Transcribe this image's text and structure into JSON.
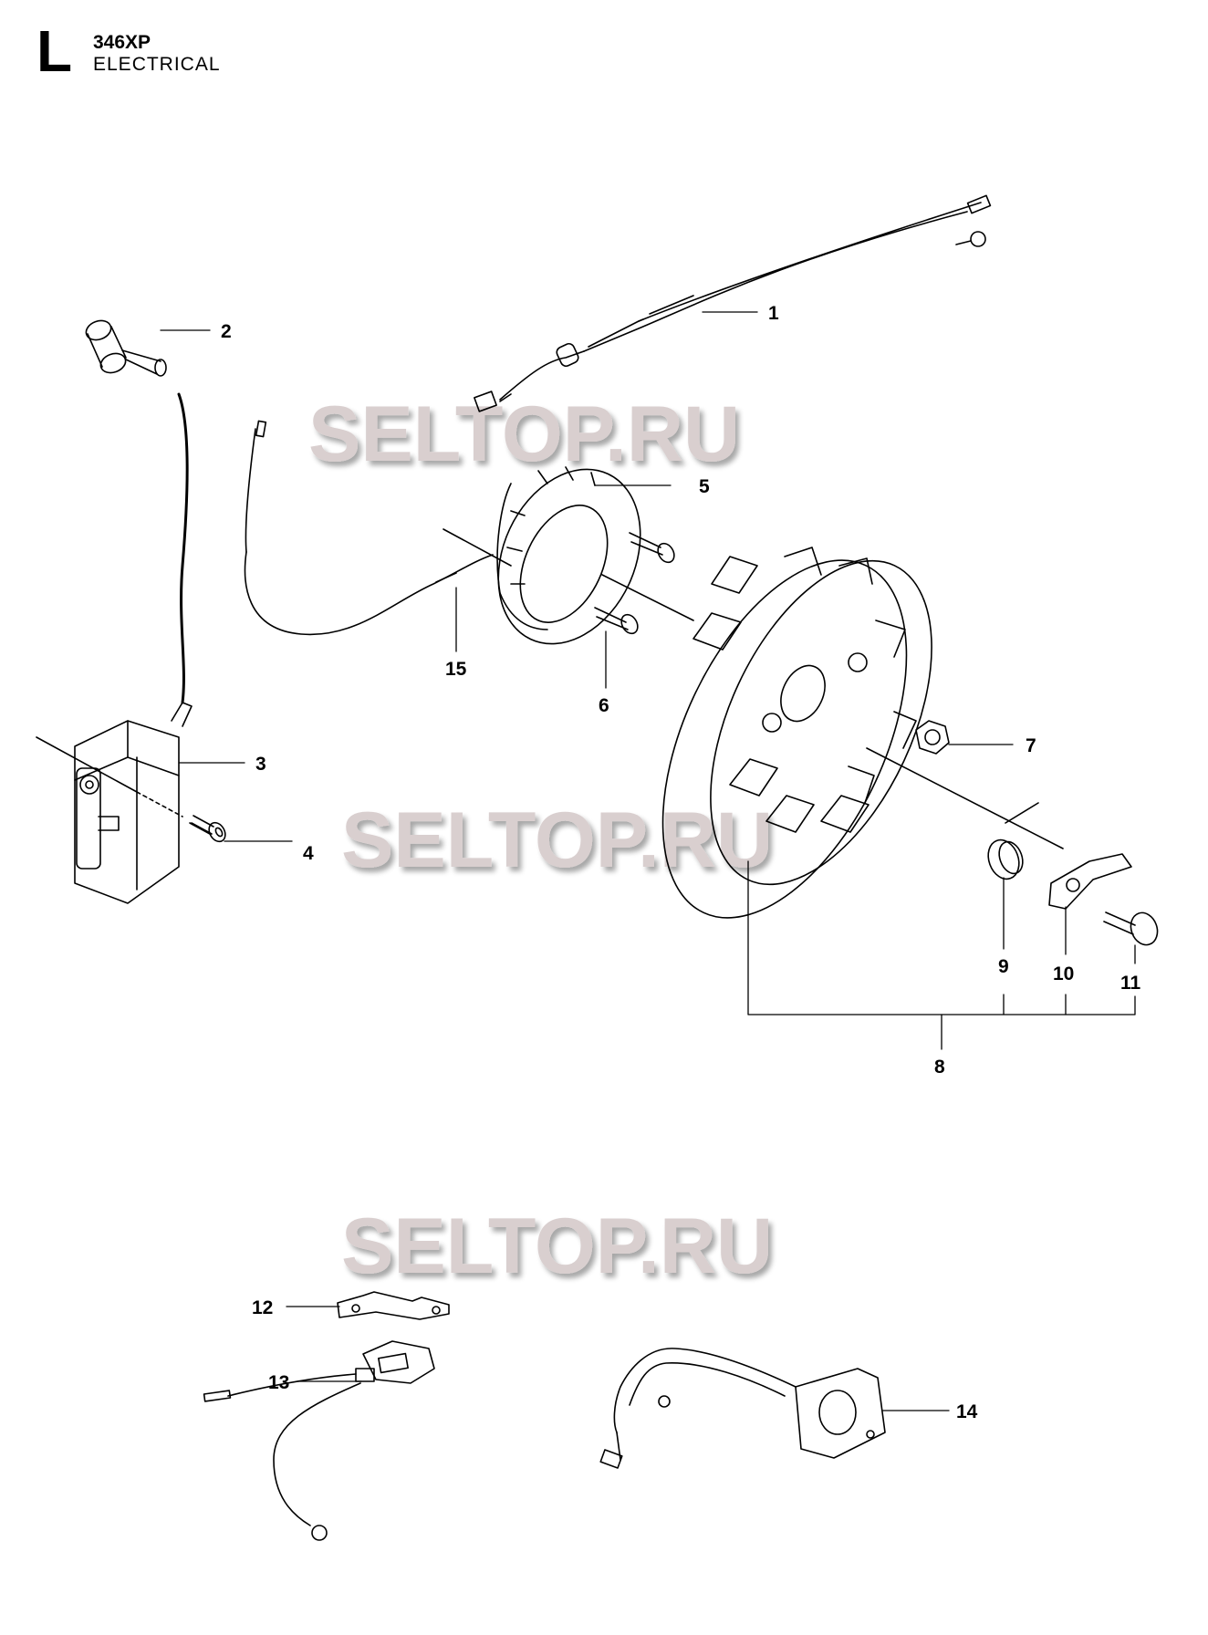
{
  "header": {
    "section_letter": "L",
    "model": "346XP",
    "title": "ELECTRICAL"
  },
  "watermark": {
    "text": "SELTOP.RU",
    "color": "#d9cfcf"
  },
  "callouts": [
    "1",
    "2",
    "3",
    "4",
    "5",
    "6",
    "7",
    "8",
    "9",
    "10",
    "11",
    "12",
    "13",
    "14",
    "15"
  ],
  "colors": {
    "line": "#000000",
    "background": "#ffffff"
  }
}
